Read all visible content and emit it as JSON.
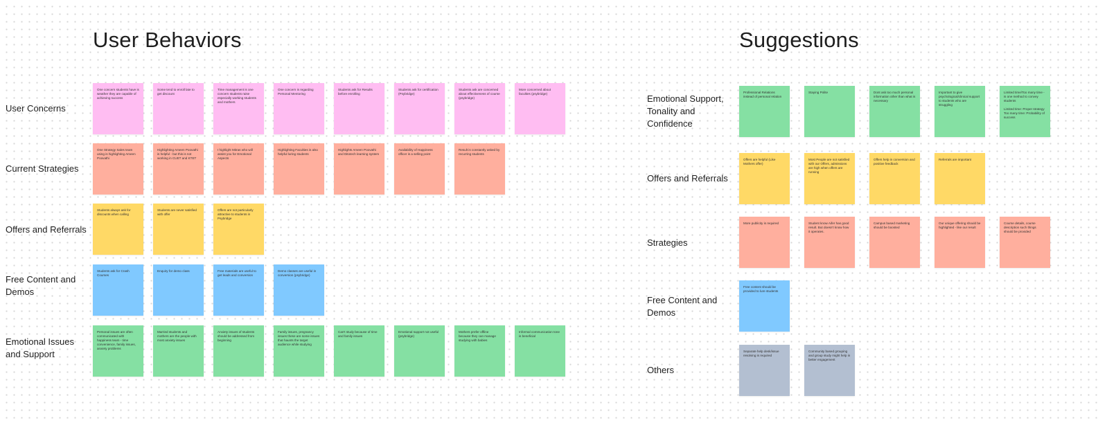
{
  "left": {
    "title": "User Behaviors",
    "rows": [
      {
        "label": "User Concerns",
        "color": "#ffbdf2",
        "notes": [
          "One concern students have is weather they are capable of achieving success",
          "Some tend to enroll late to get discount",
          "Time management is one concern students raise especially working students and mothers",
          "One concern is regarding Personal Mentoring",
          "Students ask for Results before enrolling",
          "Students ask for certification (Psybridge)",
          "Students ask are concerned about effectiveness of course (psybridge)",
          "More concerned about faculties (psybridge)"
        ]
      },
      {
        "label": "Current Strategies",
        "color": "#ffaf9e",
        "notes": [
          "One Strategy Sales team using is highlighting Ameen Poovathi",
          "Highlighting Ameen Poovathi is helpful - but this is not working in CUET and KTET",
          "I highlight Mitras who will assist you for Emotional Aspects",
          "Highlighting Faculties is also helpful luring students",
          "Highlights Ameen Poovathi and Ditotech learning system",
          "Availability of Happiness officer is a selling point",
          "Result is constantly asked by recurring students"
        ]
      },
      {
        "label": "Offers and Referrals",
        "color": "#ffd966",
        "notes": [
          "Students always ask for discounts when calling",
          "Students are never satisfied with offer",
          "Offers are not particularly attractive to students in Psybridge"
        ]
      },
      {
        "label": "Free Content and Demos",
        "color": "#80c9ff",
        "notes": [
          "Students ask for Crash Courses",
          "Enquiry for demo class",
          "Free materials are useful to get leads and conversion",
          "Demo classes are useful in conversion (psybridge)"
        ]
      },
      {
        "label": "Emotional Issues and Support",
        "color": "#85e0a3",
        "notes": [
          "Personal issues are often communicated with happiness team - time convenience, family issues, anxiety problems",
          "Married students and mothers are the people with most anxiety issues",
          "Anxiety issues of students should be addressed from beginning",
          "Family issues, pregnancy issues these are some issues that haunts the target audience while studying",
          "Can't study because of time and family issues",
          "Emotional support not useful (psybridge)",
          "Mothers prefer offline because they can manage studying with babies",
          "Informal communication tone is beneficial"
        ]
      }
    ]
  },
  "right": {
    "title": "Suggestions",
    "rows": [
      {
        "label": "Emotional Support, Tonality and Confidence",
        "color": "#85e0a3",
        "notes": [
          "Professional Relations instead of personal relation",
          "Staying Polite",
          "Dont ask too much personal information other than what is necessary",
          "Important to give psychological/clinical support to students who are struggling",
          "Limited time/Too many time - is one method to convey students\n\nLimited time: Proper strategy\nToo many time: Probability of success"
        ]
      },
      {
        "label": "Offers and Referrals",
        "color": "#ffd966",
        "notes": [
          "Offers are helpful (Like Mothers offer)",
          "Most People are not satisfied with our Offers, admissions are high when offers are running",
          "Offers help in conversion and positive feedback",
          "Referrals are important"
        ]
      },
      {
        "label": "Strategies",
        "color": "#ffaf9e",
        "notes": [
          "More publicity is required",
          "Student know Aifer has good result. But doesn't know how it operates.",
          "Campus based marketing should be boosted",
          "Our unique offering should be highlighted - like our result",
          "Course details, course description such things should be provided"
        ]
      },
      {
        "label": "Free Content and Demos",
        "color": "#80c9ff",
        "notes": [
          "Free content should be provided to lure students"
        ]
      },
      {
        "label": "Others",
        "color": "#b3bfd1",
        "notes": [
          "Separate help desk/issue resolving is required",
          "Community based grouping and group study might help in better engagement"
        ]
      }
    ]
  }
}
